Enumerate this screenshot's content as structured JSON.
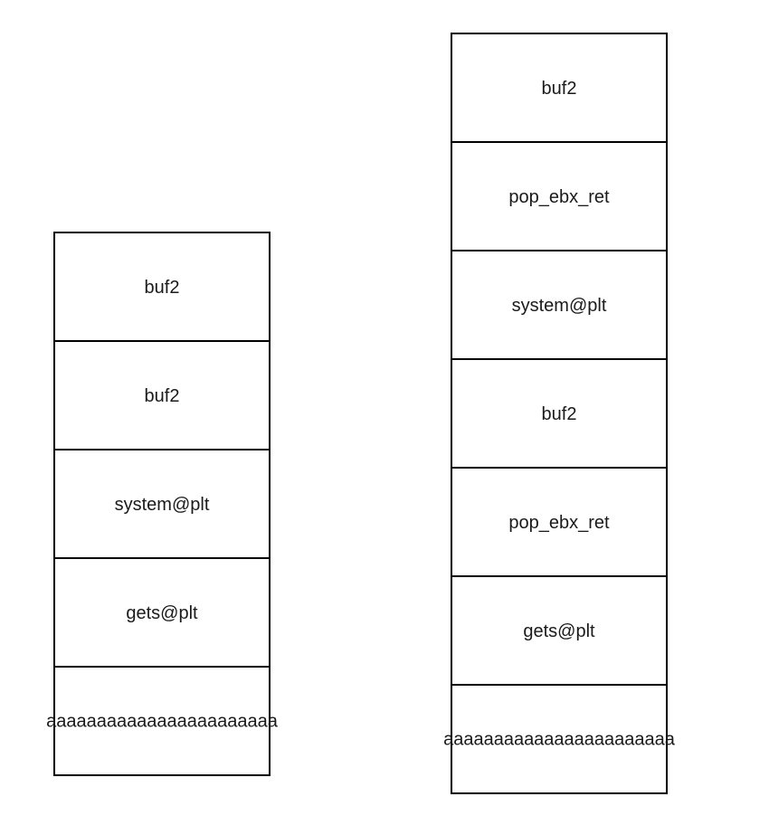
{
  "left_stack": {
    "cells": [
      {
        "label": "buf2"
      },
      {
        "label": "buf2"
      },
      {
        "label": "system@plt"
      },
      {
        "label": "gets@plt"
      },
      {
        "label": "aaaaaaaaaaaaaaaaaaaaaaa"
      }
    ]
  },
  "right_stack": {
    "cells": [
      {
        "label": "buf2"
      },
      {
        "label": "pop_ebx_ret"
      },
      {
        "label": "system@plt"
      },
      {
        "label": "buf2"
      },
      {
        "label": "pop_ebx_ret"
      },
      {
        "label": "gets@plt"
      },
      {
        "label": "aaaaaaaaaaaaaaaaaaaaaaa"
      }
    ]
  },
  "colors": {
    "border": "#000000",
    "text": "#1a1a1a",
    "background": "#ffffff"
  }
}
